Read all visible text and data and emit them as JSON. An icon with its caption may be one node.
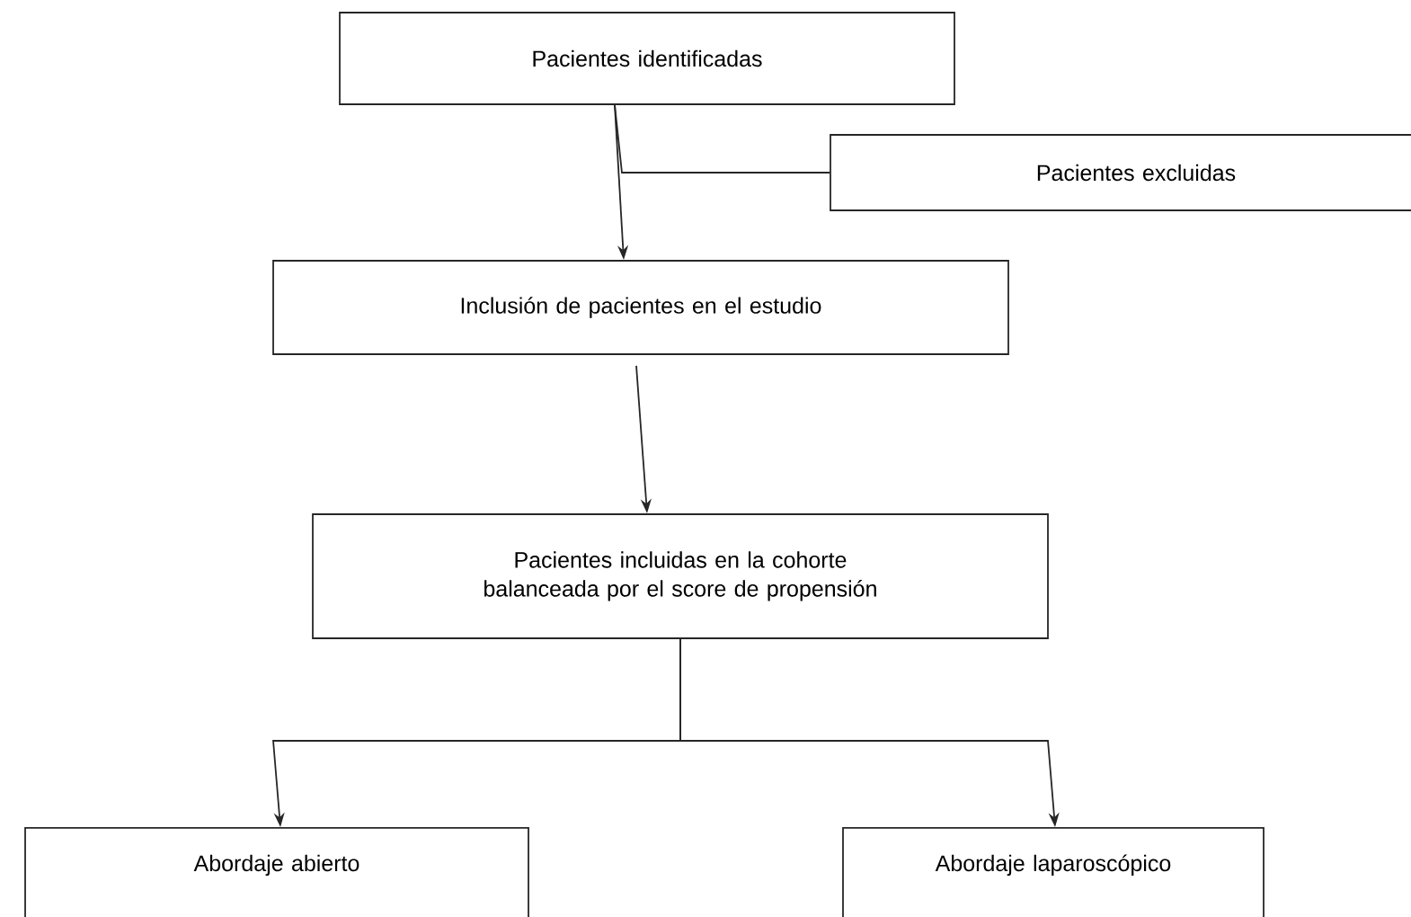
{
  "diagram": {
    "nodes": [
      {
        "text": [
          "Pacientes identificadas"
        ]
      },
      {
        "text": [
          "Pacientes excluidas"
        ]
      },
      {
        "text": [
          "Inclusión de pacientes en el estudio"
        ]
      },
      {
        "text": [
          "Pacientes incluidas en la cohorte balanceada por el score de propensión"
        ]
      },
      {
        "text": [
          "Abordaje abierto"
        ]
      },
      {
        "text": [
          "Abordaje laparoscópico"
        ]
      }
    ],
    "edges": [
      {
        "from": 0,
        "to": 2,
        "arrow": "to"
      },
      {
        "from": 0,
        "to": 1,
        "arrow": "none"
      },
      {
        "from": 2,
        "to": 3,
        "arrow": "to"
      },
      {
        "from": 3,
        "to": 4,
        "arrow": "to"
      },
      {
        "from": 3,
        "to": 5,
        "arrow": "to"
      }
    ]
  }
}
